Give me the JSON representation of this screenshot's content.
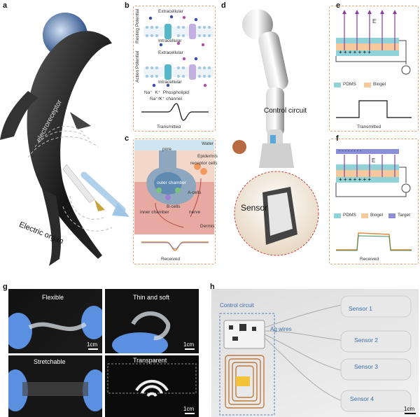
{
  "panels": {
    "a": {
      "label": "a",
      "electroreceptor": "electroreceptor",
      "electric_organ": "Electric organ"
    },
    "b": {
      "label": "b",
      "resting_potential": "Resting Potential",
      "action_potential": "Action Potential",
      "extracellular_1": "Extracellular",
      "intracellular_1": "Intracellular",
      "extracellular_2": "Extracellular",
      "intracellular_2": "Intracellular",
      "legend_na": "Na⁺",
      "legend_k": "K⁺",
      "legend_phospholipid": "Phospholipid",
      "legend_channel": "Na⁺/K⁺ channel",
      "transmitted": "Transmitted"
    },
    "c": {
      "label": "c",
      "water": "Water",
      "epidermis": "Epidermis",
      "dermis": "Dermis",
      "pore": "pore",
      "outer_chamber": "outer chamber",
      "receptor_cells": "receptor cells",
      "a_cells": "A-cells",
      "b_cells": "B-cells",
      "inner_chamber": "inner chamber",
      "nerve": "nerve",
      "received": "Received"
    },
    "d": {
      "label": "d",
      "control_circuit": "Control circuit",
      "sensor": "Sensor"
    },
    "e": {
      "label": "e",
      "field": "E",
      "pdms": "PDMS",
      "biogel": "Biogel",
      "transmitted": "Transmitted"
    },
    "f": {
      "label": "f",
      "field": "E",
      "pdms": "PDMS",
      "biogel": "Biogel",
      "target": "Target",
      "received": "Received"
    },
    "g": {
      "label": "g",
      "flexible": "Flexible",
      "thin_soft": "Thin and soft",
      "stretchable": "Stretchable",
      "transparent": "Transparent",
      "scale": "1cm"
    },
    "h": {
      "label": "h",
      "control_circuit": "Control circuit",
      "ag_wires": "Ag wires",
      "sensors": [
        "Sensor 1",
        "Sensor 2",
        "Sensor 3",
        "Sensor 4"
      ],
      "scale": "1cm"
    }
  },
  "colors": {
    "pdms": "#8fd3d8",
    "biogel": "#f7c99a",
    "target": "#8b8fd8",
    "arrow": "#8a3fa0",
    "dash": "#e2a574"
  }
}
